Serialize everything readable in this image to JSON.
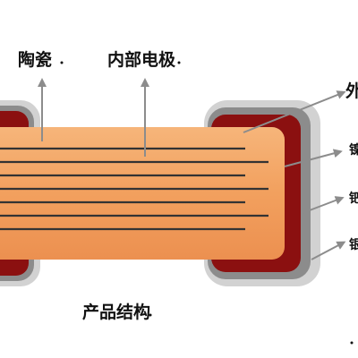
{
  "labels": {
    "ceramic": "陶瓷",
    "inner_electrode": "内部电极",
    "structure": "产品结构",
    "right_top_partial": "外",
    "right_mid_partial": "镍",
    "right_low1_partial": "钯",
    "right_low2_partial": "银"
  },
  "colors": {
    "ceramic_body": "#F2A05E",
    "electrode_lines": "#333333",
    "termination_red": "#8B1010",
    "termination_gray": "#8C8C8C",
    "termination_light": "#D2D2D2",
    "arrow": "#8C8C8C"
  }
}
